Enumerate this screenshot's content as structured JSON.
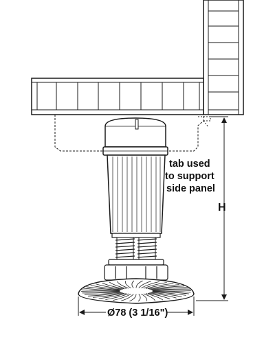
{
  "annotations": {
    "tab_line1": "tab used",
    "tab_line2": "to support",
    "tab_line3": "side panel",
    "height_label": "H",
    "diameter_label": "Ø78 (3 1/16\")"
  },
  "colors": {
    "line": "#1a1a1a",
    "panel_fill": "#f5f5f5",
    "leg_fill": "#ffffff",
    "leg_shade": "#d9d9d9"
  }
}
